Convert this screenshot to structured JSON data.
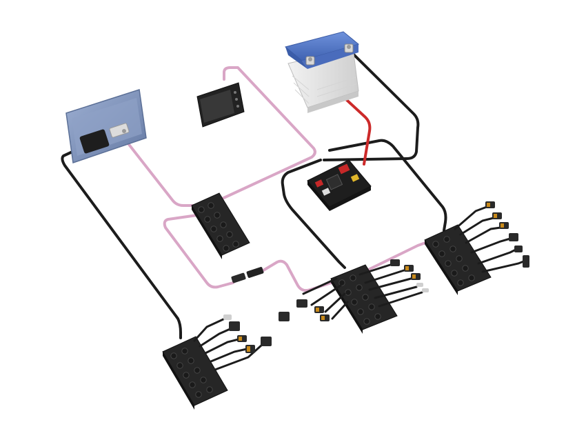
{
  "scene": {
    "background": "#ffffff",
    "colors": {
      "power_cable": "#cc2a2a",
      "ground_cable": "#1c1c1c",
      "network_cable": "#d9a6c6",
      "battery_lid": "#4f74c4",
      "battery_case": "#e6e6e6",
      "display_frame": "#7b8fb8",
      "module_body": "#2a2a2a"
    },
    "components": [
      {
        "id": "display",
        "icon": "multifunction-display-icon"
      },
      {
        "id": "keypad",
        "icon": "small-screen-keypad-icon"
      },
      {
        "id": "battery",
        "icon": "car-battery-icon"
      },
      {
        "id": "power-distribution",
        "icon": "fuse-box-icon"
      },
      {
        "id": "hub-upper",
        "icon": "connector-hub-icon"
      },
      {
        "id": "hub-center",
        "icon": "connector-hub-icon"
      },
      {
        "id": "hub-right",
        "icon": "connector-hub-icon"
      },
      {
        "id": "hub-lower-left",
        "icon": "connector-hub-icon"
      }
    ]
  }
}
